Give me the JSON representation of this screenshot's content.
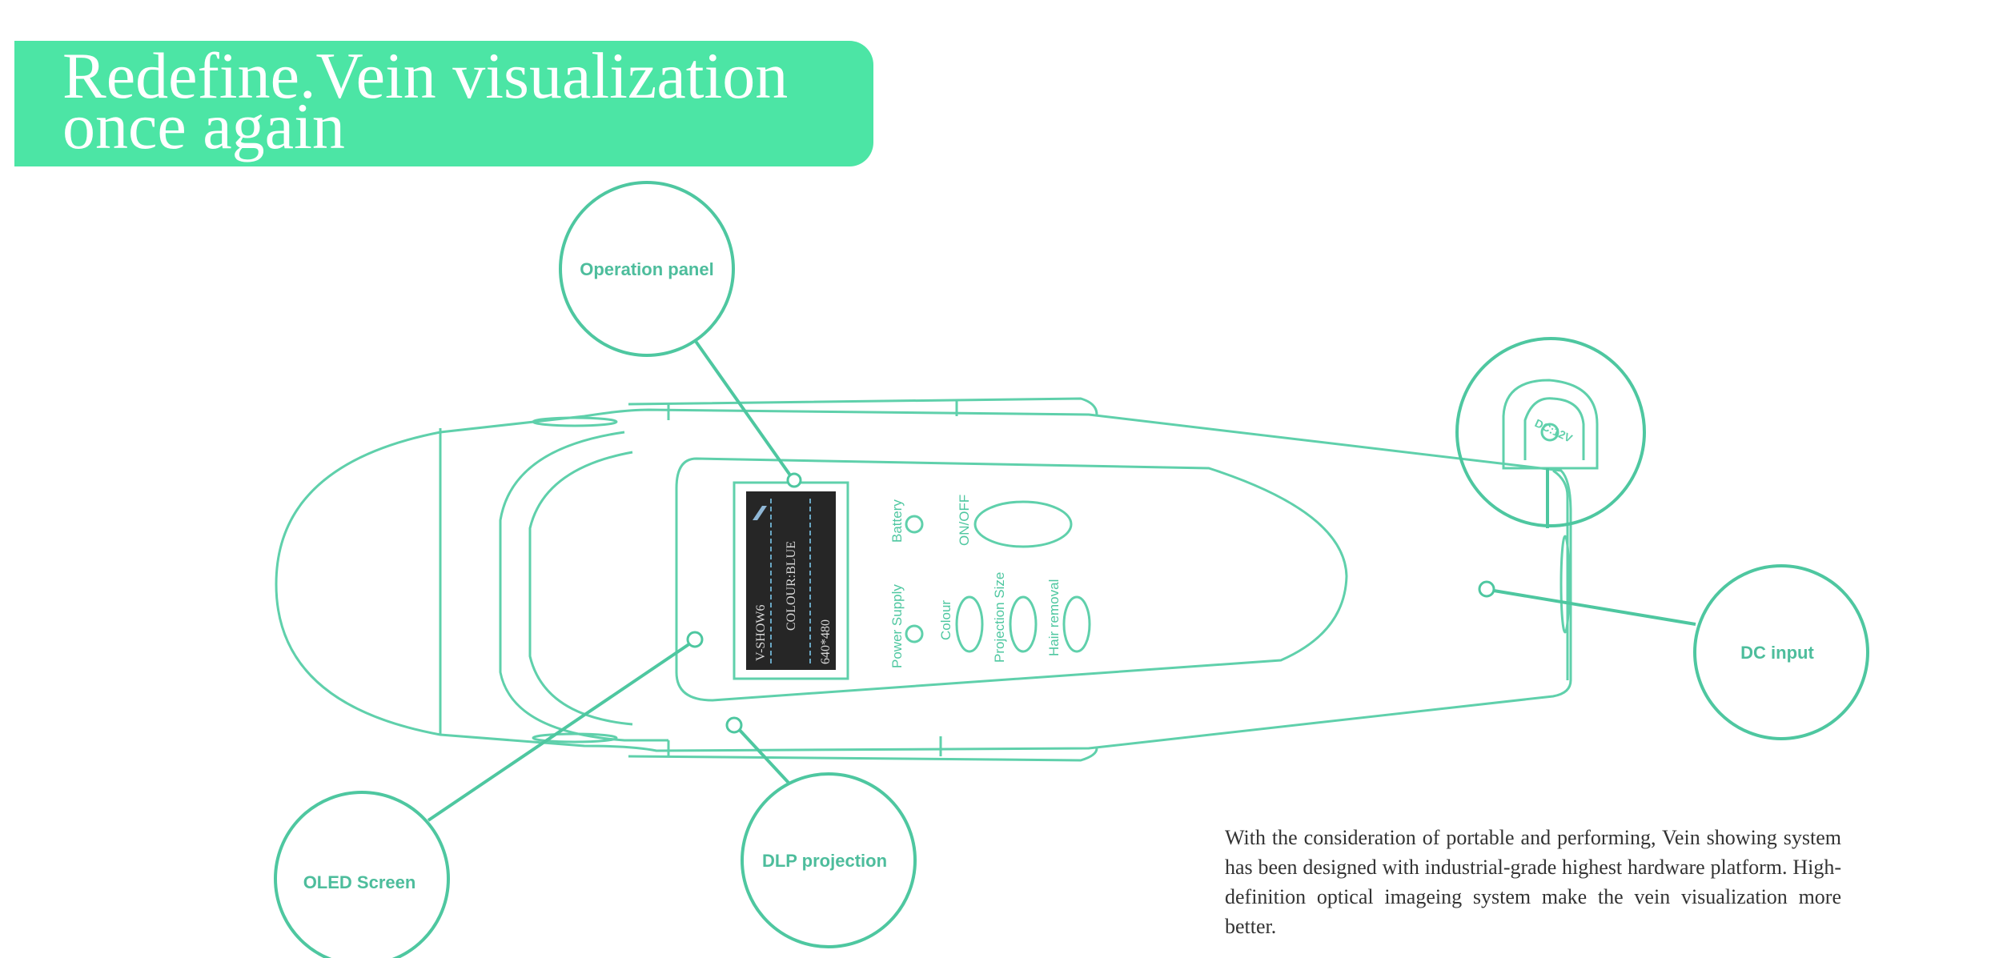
{
  "title": {
    "line1": "Redefine.Vein visualization",
    "line2": "once again"
  },
  "colors": {
    "accent": "#4ce5a5",
    "outline": "#5fd0ab",
    "label": "#4dbd9c"
  },
  "callouts": {
    "operation_panel": "Operation panel",
    "oled_screen": "OLED Screen",
    "dlp_projection": "DLP projection",
    "dc_input": "DC input"
  },
  "device_panel": {
    "battery": "Battery",
    "on_off": "ON/OFF",
    "power_supply": "Power Supply",
    "colour": "Colour",
    "projection_size": "Projection Size",
    "hair_removal": "Hair removal"
  },
  "screen": {
    "brand": "V-SHOW6",
    "colour": "COLOUR:BLUE",
    "resolution": "640*480"
  },
  "dc_port_label": "DC:12V",
  "description": "With the consideration of portable and performing, Vein showing system has been designed with industrial-grade highest hardware platform. High-definition optical imageing system make the vein visualization more better."
}
